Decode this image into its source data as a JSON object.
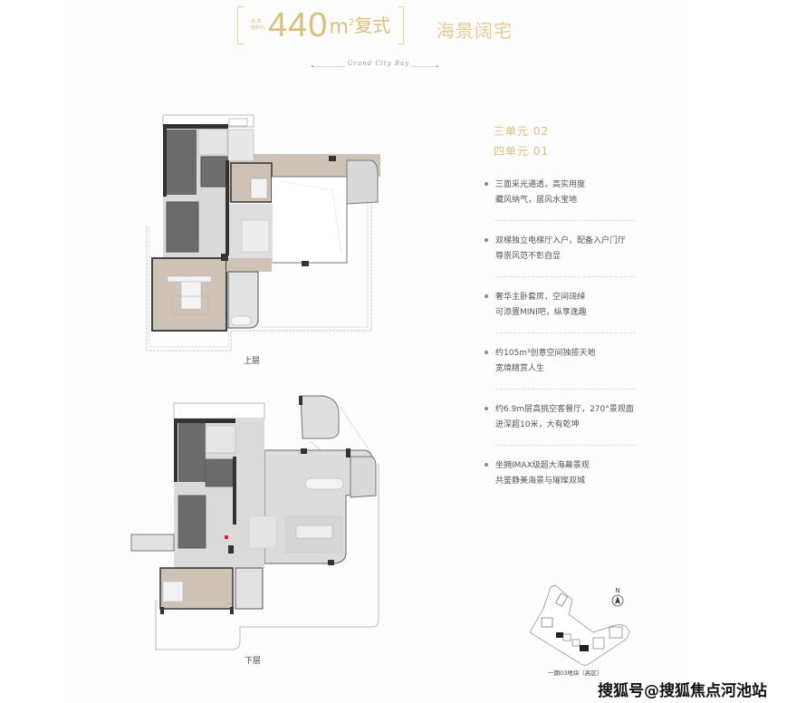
{
  "header": {
    "area_label_line1": "建 筑",
    "area_label_line2": "面积约",
    "area_value": "440",
    "area_unit": "m",
    "area_unit_sup": "2",
    "area_type": "复式",
    "subtitle": "海景阔宅",
    "script_text": "Grand City Bay"
  },
  "units": [
    {
      "label": "三单元 02"
    },
    {
      "label": "四单元 01"
    }
  ],
  "features": [
    {
      "line1": "三面采光通透，高实用度",
      "line2": "藏风纳气，居风水宝地"
    },
    {
      "line1": "双梯独立电梯厅入户，配备入户门厅",
      "line2": "尊崇风范不彰自显"
    },
    {
      "line1": "奢华主卧套房，空间阔绰",
      "line2": "可添置MINI吧，纵享逸趣"
    },
    {
      "line1": "约105m²创意空间独揽天地",
      "line2": "宽境精赏人生"
    },
    {
      "line1": "约6.9m层高挑空客餐厅，270°景观面",
      "line2": "进深超10米，大有乾坤"
    },
    {
      "line1": "坐拥IMAX级超大海幕景观",
      "line2": "共鉴静美海景与璀璨双城"
    }
  ],
  "plans": {
    "upper_caption": "上层",
    "lower_caption": "下层"
  },
  "site_plan": {
    "north_label": "N",
    "caption": "一期03地块（高区）"
  },
  "watermark": "搜狐号@搜狐焦点河池站",
  "colors": {
    "gold": "#dcc079",
    "text": "#555555",
    "wood_floor": "#cfc3b7",
    "tile_floor": "#dedfde",
    "dark_wall": "#3a3a3a",
    "gray_block": "#6b6b6b"
  }
}
